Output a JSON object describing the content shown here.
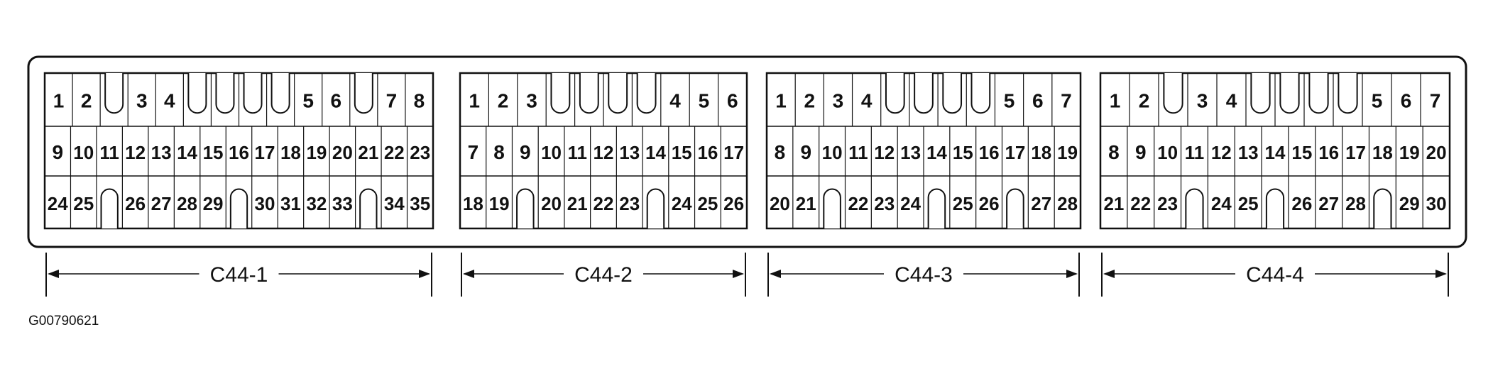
{
  "figure_id": "G00790621",
  "connectors": [
    {
      "label": "C44-1",
      "rows": [
        [
          "1",
          "2",
          "",
          "3",
          "4",
          "",
          "",
          "",
          "",
          "5",
          "6",
          "",
          "7",
          "8"
        ],
        [
          "9",
          "10",
          "11",
          "12",
          "13",
          "14",
          "15",
          "16",
          "17",
          "18",
          "19",
          "20",
          "21",
          "22",
          "23"
        ],
        [
          "24",
          "25",
          "",
          "26",
          "27",
          "28",
          "29",
          "",
          "30",
          "31",
          "32",
          "33",
          "",
          "34",
          "35"
        ]
      ]
    },
    {
      "label": "C44-2",
      "rows": [
        [
          "1",
          "2",
          "3",
          "",
          "",
          "",
          "",
          "4",
          "5",
          "6"
        ],
        [
          "7",
          "8",
          "9",
          "10",
          "11",
          "12",
          "13",
          "14",
          "15",
          "16",
          "17"
        ],
        [
          "18",
          "19",
          "",
          "20",
          "21",
          "22",
          "23",
          "",
          "24",
          "25",
          "26"
        ]
      ]
    },
    {
      "label": "C44-3",
      "rows": [
        [
          "1",
          "2",
          "3",
          "4",
          "",
          "",
          "",
          "",
          "5",
          "6",
          "7"
        ],
        [
          "8",
          "9",
          "10",
          "11",
          "12",
          "13",
          "14",
          "15",
          "16",
          "17",
          "18",
          "19"
        ],
        [
          "20",
          "21",
          "",
          "22",
          "23",
          "24",
          "",
          "25",
          "26",
          "",
          "27",
          "28"
        ]
      ]
    },
    {
      "label": "C44-4",
      "rows": [
        [
          "1",
          "2",
          "",
          "3",
          "4",
          "",
          "",
          "",
          "",
          "5",
          "6",
          "7"
        ],
        [
          "8",
          "9",
          "10",
          "11",
          "12",
          "13",
          "14",
          "15",
          "16",
          "17",
          "18",
          "19",
          "20"
        ],
        [
          "21",
          "22",
          "23",
          "",
          "24",
          "25",
          "",
          "26",
          "27",
          "28",
          "",
          "29",
          "30"
        ]
      ]
    }
  ]
}
